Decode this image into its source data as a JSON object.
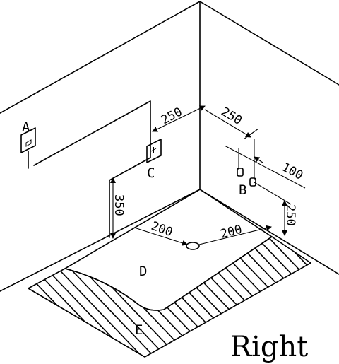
{
  "labels": {
    "a": "A",
    "b": "B",
    "c": "C",
    "d": "D",
    "e": "E"
  },
  "dimensions": {
    "a_to_corner": "250",
    "corner_to_b": "250",
    "b_spacing": "100",
    "c_height": "350",
    "b_height": "250",
    "drain_left": "200",
    "drain_right": "200"
  },
  "orientation": "Right"
}
